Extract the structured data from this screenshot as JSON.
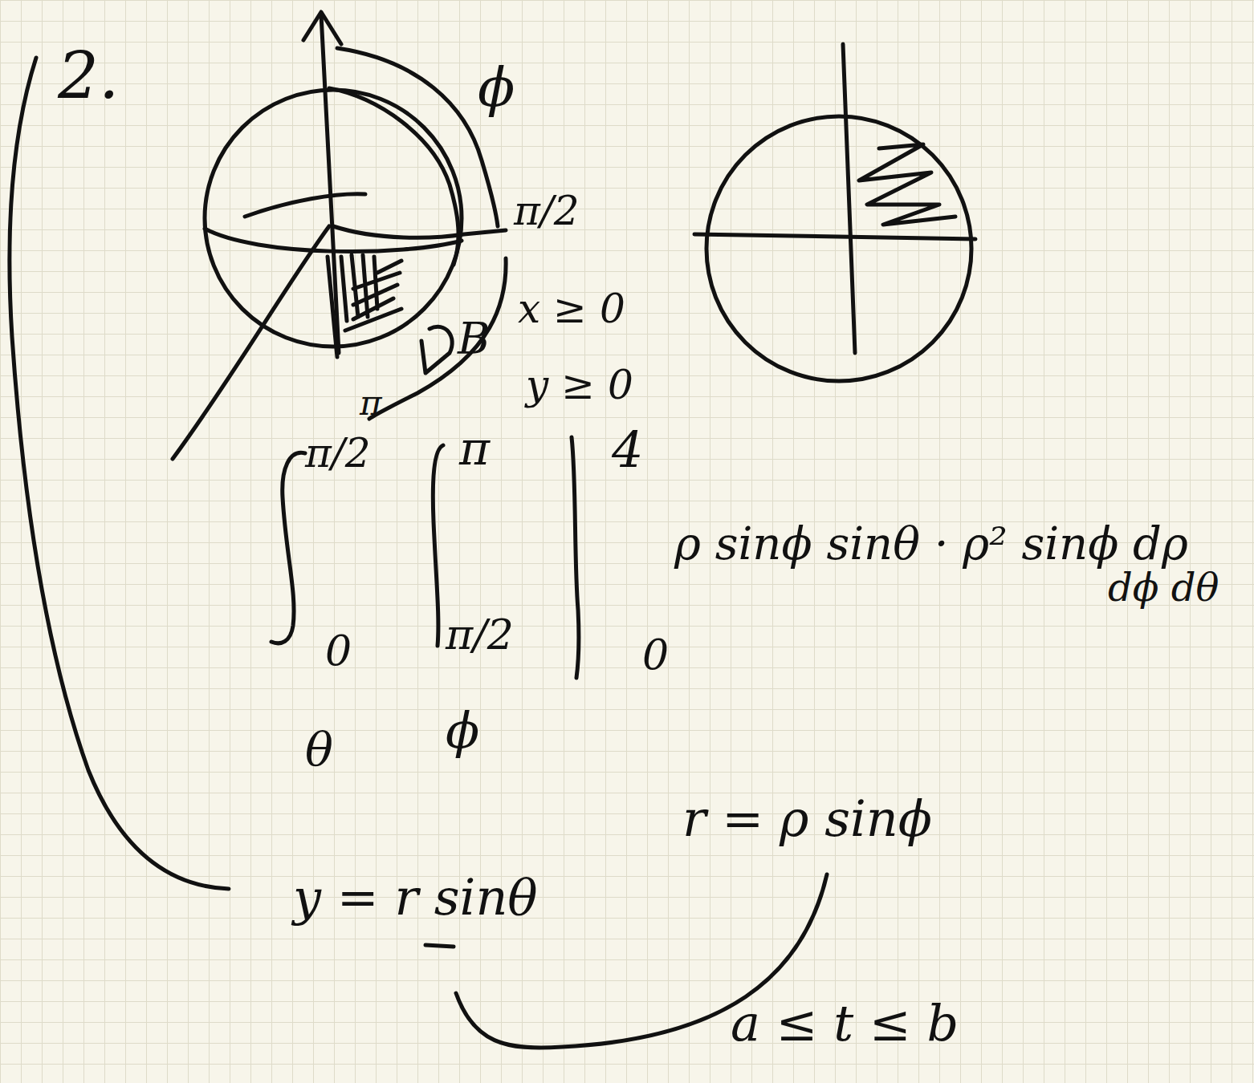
{
  "diagram": {
    "labels": [
      "2.",
      "ϕ",
      "π/2",
      "x ≥ 0",
      "y ≥ 0",
      "B",
      "π",
      "π/2",
      "π",
      "4",
      "ρ sinϕ sinθ · ρ² sinϕ dρ",
      "dϕ dθ",
      "0",
      "π/2",
      "0",
      "θ",
      "ϕ",
      "r = ρ sinϕ",
      "y = r sinθ",
      "a ≤ t ≤ b"
    ]
  }
}
